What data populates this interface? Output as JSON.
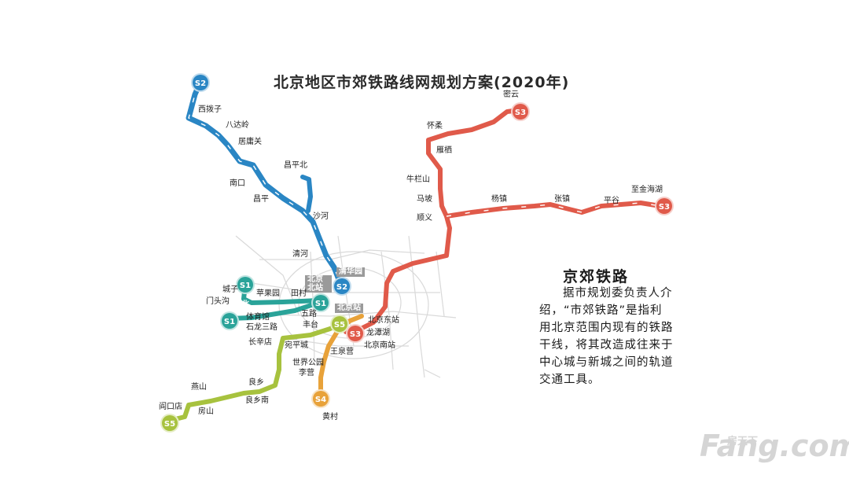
{
  "title": "北京地区市郊铁路线网规划方案(2020年)",
  "panel": {
    "heading": "京郊铁路",
    "body": "据市规划委负责人介绍，“市郊铁路”是指利用北京范围内现有的铁路干线，将其改造成往来于中心城与新城之间的轨道交通工具。"
  },
  "watermark": {
    "brand": "Fang.com",
    "sub": "房天下"
  },
  "colors": {
    "S2": "#2a86c4",
    "S3": "#e05a4a",
    "S1": "#2aa399",
    "S4": "#e8a23a",
    "S5": "#a7c23e",
    "road": "#d9d9d9"
  },
  "lines": [
    {
      "id": "S2",
      "badge_label": "S2"
    },
    {
      "id": "S3",
      "badge_label": "S3"
    },
    {
      "id": "S1",
      "badge_label": "S1"
    },
    {
      "id": "S4",
      "badge_label": "S4"
    },
    {
      "id": "S5",
      "badge_label": "S5"
    }
  ],
  "extra_badges": [
    "S1北",
    "S5",
    "S3东",
    "S2",
    "S3"
  ],
  "station_boxes": [
    "清华园",
    "北京北站",
    "北京站"
  ],
  "stations": [
    "西拨子",
    "八达岭",
    "居庸关",
    "南口",
    "昌平",
    "昌平北",
    "沙河",
    "清河",
    "密云",
    "怀柔",
    "雁栖",
    "牛栏山",
    "马坡",
    "顺义",
    "杨镇",
    "张镇",
    "平谷",
    "至金海湖",
    "城子",
    "门头沟",
    "苹果园",
    "田村",
    "体育馆",
    "石龙三路",
    "五路",
    "丰台",
    "长辛店",
    "北京东站",
    "龙潭湖",
    "王泉营",
    "北京南站",
    "宛平城",
    "世界公园",
    "李营",
    "黄村",
    "良乡",
    "良乡南",
    "燕山",
    "房山",
    "阎口店"
  ]
}
